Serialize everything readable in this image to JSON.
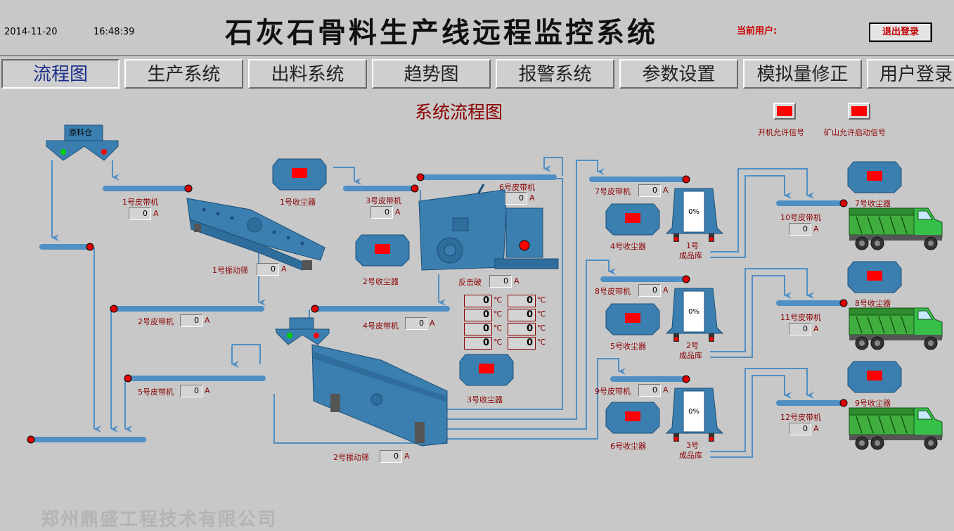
{
  "header": {
    "date": "2014-11-20",
    "time": "16:48:39",
    "title": "石灰石骨料生产线远程监控系统",
    "user_label": "当前用户:",
    "logout_label": "退出登录"
  },
  "nav": {
    "tabs": [
      "流程图",
      "生产系统",
      "出料系统",
      "趋势图",
      "报警系统",
      "参数设置",
      "模拟量修正",
      "用户登录"
    ]
  },
  "diagram": {
    "title": "系统流程图",
    "signals": {
      "start_permit": "开机允许信号",
      "mine_permit": "矿山允许启动信号"
    },
    "hopper_label": "原料仓",
    "belts": {
      "b1": "1号皮带机",
      "b2": "2号皮带机",
      "b3": "3号皮带机",
      "b4": "4号皮带机",
      "b5": "5号皮带机",
      "b6": "6号皮带机",
      "b7": "7号皮带机",
      "b8": "8号皮带机",
      "b9": "9号皮带机",
      "b10": "10号皮带机",
      "b11": "11号皮带机",
      "b12": "12号皮带机"
    },
    "screens": {
      "s1": "1号振动筛",
      "s2": "2号振动筛"
    },
    "crusher": "反击破",
    "dust": {
      "d1": "1号收尘器",
      "d2": "2号收尘器",
      "d3": "3号收尘器",
      "d4": "4号收尘器",
      "d5": "5号收尘器",
      "d6": "6号收尘器",
      "d7": "7号收尘器",
      "d8": "8号收尘器",
      "d9": "9号收尘器"
    },
    "silos": [
      {
        "pct": "0%",
        "line1": "1号",
        "line2": "成品库"
      },
      {
        "pct": "0%",
        "line1": "2号",
        "line2": "成品库"
      },
      {
        "pct": "0%",
        "line1": "3号",
        "line2": "成品库"
      }
    ],
    "amp_value": "0",
    "amp_unit": "A",
    "temp_value": "0",
    "temp_unit": "℃"
  },
  "footer": {
    "company": "郑州鼎盛工程技术有限公司"
  },
  "colors": {
    "background": "#c8c8c8",
    "equipment": "#3a7fb0",
    "pipe": "#4f8fc4",
    "indicator_red": "#ff0000",
    "indicator_green": "#00d000",
    "label_red": "#8b0000"
  }
}
